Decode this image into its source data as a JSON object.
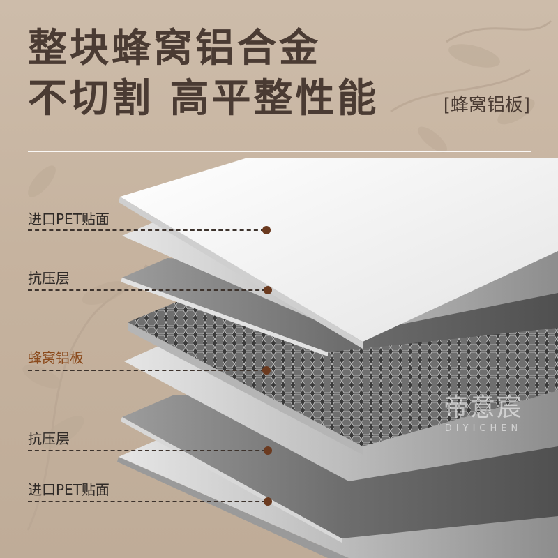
{
  "header": {
    "title_line1": "整块蜂窝铝合金",
    "title_line2": "不切割 高平整性能",
    "badge": "[蜂窝铝板]"
  },
  "layers": [
    {
      "label": "进口PET贴面",
      "accent": false
    },
    {
      "label": "抗压层",
      "accent": false
    },
    {
      "label": "蜂窝铝板",
      "accent": true
    },
    {
      "label": "抗压层",
      "accent": false
    },
    {
      "label": "进口PET贴面",
      "accent": false
    }
  ],
  "watermark": {
    "logo_cn": "帝意宸",
    "logo_en": "DIYICHEN"
  },
  "colors": {
    "background": "#c9b8a6",
    "title": "#4a3b33",
    "accent_label": "#8b4a1c",
    "dot": "#6b3a1f"
  }
}
